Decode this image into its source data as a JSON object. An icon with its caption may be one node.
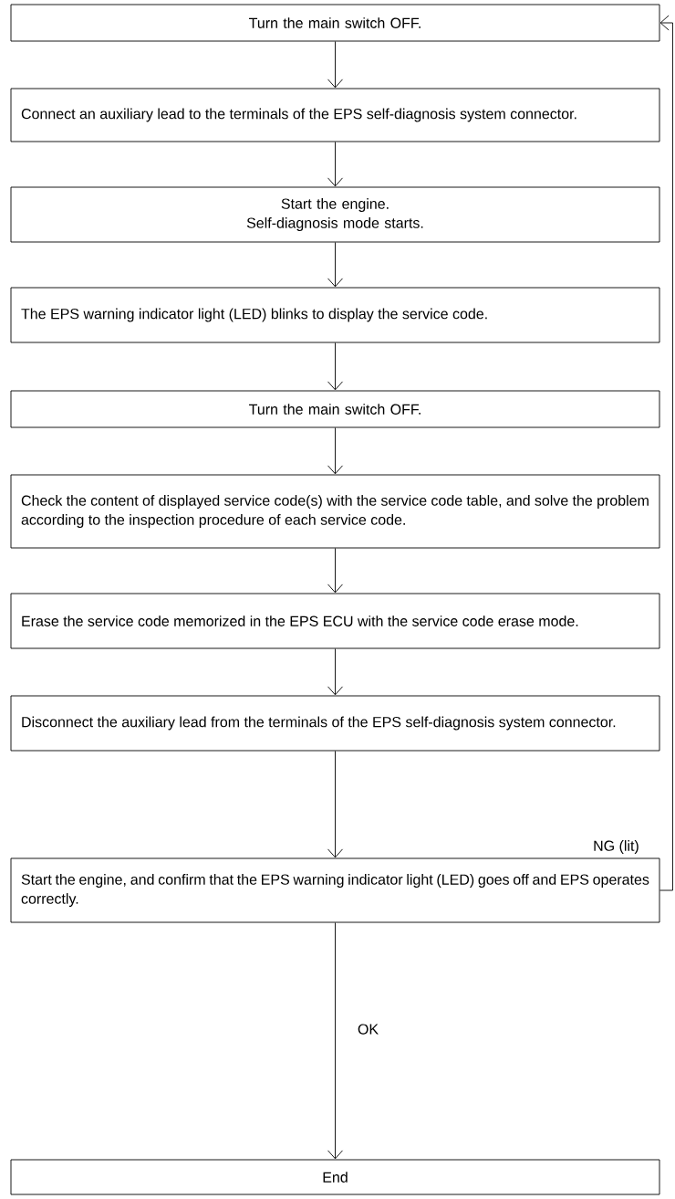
{
  "diagram": {
    "nodes": [
      {
        "text": [
          "Turn the main switch OFF."
        ]
      },
      {
        "text": [
          "Connect an auxiliary lead to the terminals of the EPS self-diagnosis system connector."
        ]
      },
      {
        "text": [
          "Start the engine.",
          "Self-diagnosis mode starts."
        ]
      },
      {
        "text": [
          "The EPS warning indicator light (LED) blinks to display the service code."
        ]
      },
      {
        "text": [
          "Turn the main switch OFF."
        ]
      },
      {
        "text": [
          "Check the content of displayed service code(s) with the service code table, and solve the problem according to the inspection procedure of each service code."
        ]
      },
      {
        "text": [
          "Erase the service code memorized in the EPS ECU with the service code erase mode."
        ]
      },
      {
        "text": [
          "Disconnect the auxiliary lead from the terminals of the EPS self-diagnosis system connector."
        ]
      },
      {
        "text": [
          "Start the engine, and confirm that the EPS warning indicator light (LED) goes off and EPS operates correctly."
        ]
      },
      {
        "text": [
          "End"
        ]
      }
    ],
    "edges": [
      {
        "from": 0,
        "to": 1,
        "arrow": "to"
      },
      {
        "from": 1,
        "to": 2,
        "arrow": "to"
      },
      {
        "from": 2,
        "to": 3,
        "arrow": "to"
      },
      {
        "from": 3,
        "to": 4,
        "arrow": "to"
      },
      {
        "from": 4,
        "to": 5,
        "arrow": "to"
      },
      {
        "from": 5,
        "to": 6,
        "arrow": "to"
      },
      {
        "from": 6,
        "to": 7,
        "arrow": "to"
      },
      {
        "from": 7,
        "to": 8,
        "arrow": "to"
      },
      {
        "from": 8,
        "to": 9,
        "label": "OK",
        "arrow": "to"
      },
      {
        "from": 8,
        "to": 0,
        "label": "NG (lit)",
        "arrow": "to"
      }
    ]
  }
}
